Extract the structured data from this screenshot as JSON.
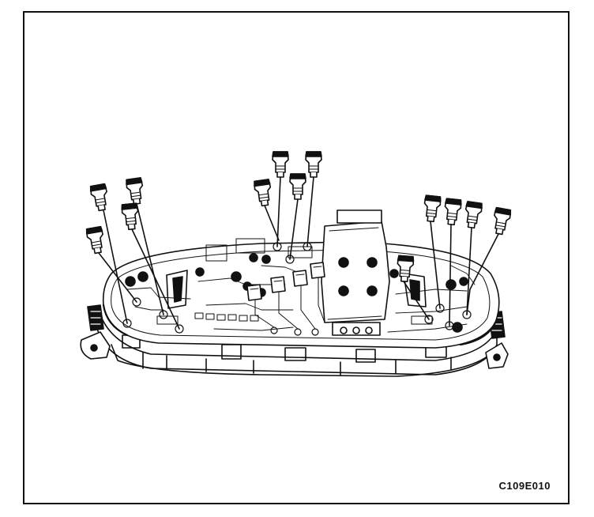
{
  "figure": {
    "code": "C109E010",
    "ink_color": "#111111",
    "paper_color": "#ffffff"
  },
  "bulbs": [
    {
      "id": "bulb-1"
    },
    {
      "id": "bulb-2"
    },
    {
      "id": "bulb-3"
    },
    {
      "id": "bulb-4"
    },
    {
      "id": "bulb-5"
    },
    {
      "id": "bulb-6"
    },
    {
      "id": "bulb-7"
    },
    {
      "id": "bulb-8"
    },
    {
      "id": "bulb-9"
    },
    {
      "id": "bulb-10"
    },
    {
      "id": "bulb-11"
    },
    {
      "id": "bulb-12"
    },
    {
      "id": "bulb-13"
    }
  ]
}
